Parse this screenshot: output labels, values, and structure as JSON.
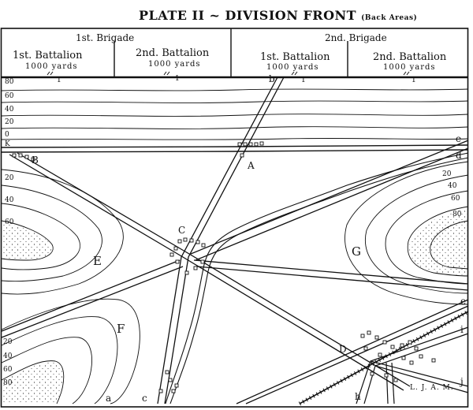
{
  "title": "PLATE II ~ DIVISION FRONT",
  "subtitle": "(Back Areas)",
  "brigades": [
    {
      "name": "1st. Brigade",
      "battalions": [
        {
          "name": "1st. Battalion",
          "yards": "1000 yards"
        },
        {
          "name": "2nd. Battalion",
          "yards": "1000 yards"
        }
      ]
    },
    {
      "name": "2nd. Brigade",
      "battalions": [
        {
          "name": "1st. Battalion",
          "yards": "1000 yards"
        },
        {
          "name": "2nd. Battalion",
          "yards": "1000 yards"
        }
      ]
    }
  ],
  "front_marks": [
    "1",
    "1",
    "1",
    "1"
  ],
  "contours_left": [
    "80",
    "60",
    "40",
    "20",
    "0",
    "K"
  ],
  "contours_west": [
    "20",
    "40",
    "60"
  ],
  "contours_southwest": [
    "20",
    "40",
    "60",
    "80"
  ],
  "contours_east": [
    "20",
    "40",
    "60",
    "80"
  ],
  "places": {
    "A": "A",
    "B": "B",
    "C": "C",
    "D": "D",
    "E": "E",
    "F": "F",
    "G": "G"
  },
  "road_ends": {
    "a": "a",
    "b": "b",
    "c": "c",
    "d": "d",
    "e1": "e",
    "e2": "e",
    "h": "h",
    "i": "i",
    "j": "j"
  },
  "signature": "L. J. A. M."
}
